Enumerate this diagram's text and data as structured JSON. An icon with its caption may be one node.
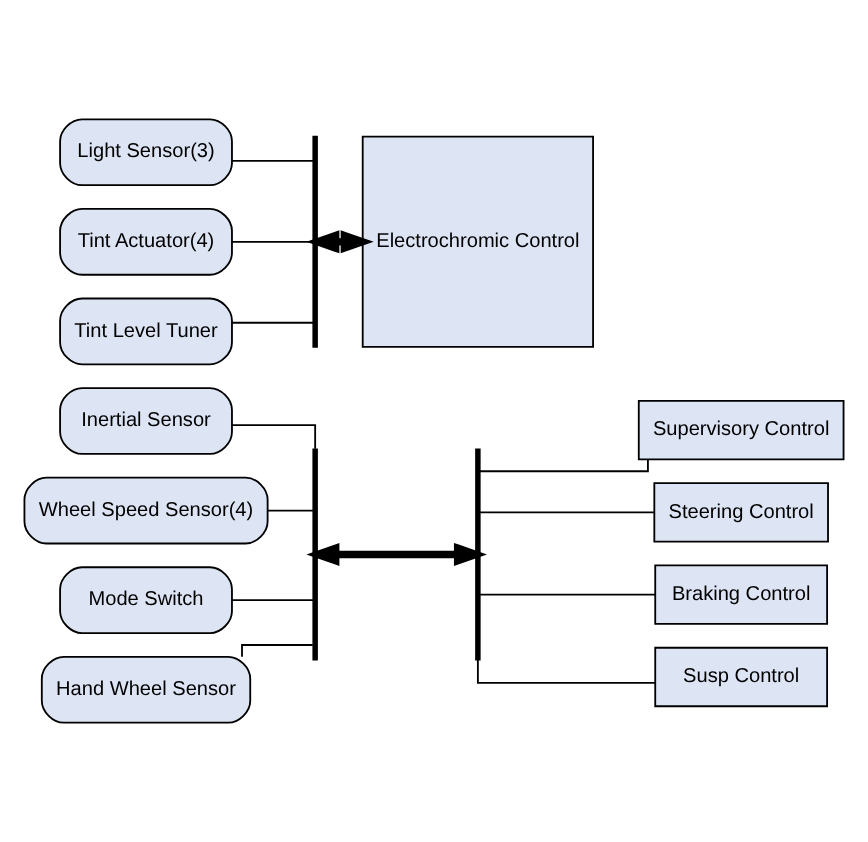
{
  "diagram": {
    "nodes": [
      {
        "text": [
          "Inertial Sensor"
        ]
      },
      {
        "text": [
          "Wheel Speed Sensor(4)"
        ]
      },
      {
        "text": [
          "Mode Switch"
        ]
      },
      {
        "text": [
          "Hand Wheel Sensor"
        ]
      },
      {
        "text": [],
        "shape": "bar"
      },
      {
        "text": [],
        "shape": "bar"
      },
      {
        "text": [
          "Supervisory Control"
        ]
      },
      {
        "text": [
          "Steering Control"
        ]
      },
      {
        "text": [
          "Braking Control"
        ]
      },
      {
        "text": [
          "Susp Control"
        ]
      },
      {
        "text": [
          "Light Sensor(3)"
        ]
      },
      {
        "text": [
          "Tint Actuator(4)"
        ]
      },
      {
        "text": [
          "Tint Level Tuner"
        ]
      },
      {
        "text": [],
        "shape": "bar"
      },
      {
        "text": [
          "Electrochromic Control"
        ]
      }
    ],
    "edges": [
      {
        "from": 0,
        "to": 4,
        "arrow": "none"
      },
      {
        "from": 1,
        "to": 4,
        "arrow": "none"
      },
      {
        "from": 2,
        "to": 4,
        "arrow": "none"
      },
      {
        "from": 3,
        "to": 4,
        "arrow": "none"
      },
      {
        "from": 4,
        "to": 5,
        "arrow": "both",
        "style": "thick"
      },
      {
        "from": 5,
        "to": 6,
        "arrow": "none"
      },
      {
        "from": 5,
        "to": 7,
        "arrow": "none"
      },
      {
        "from": 5,
        "to": 8,
        "arrow": "none"
      },
      {
        "from": 5,
        "to": 9,
        "arrow": "none"
      },
      {
        "from": 10,
        "to": 13,
        "arrow": "none"
      },
      {
        "from": 11,
        "to": 13,
        "arrow": "none"
      },
      {
        "from": 12,
        "to": 13,
        "arrow": "none"
      },
      {
        "from": 13,
        "to": 14,
        "arrow": "both",
        "style": "thick"
      }
    ]
  }
}
